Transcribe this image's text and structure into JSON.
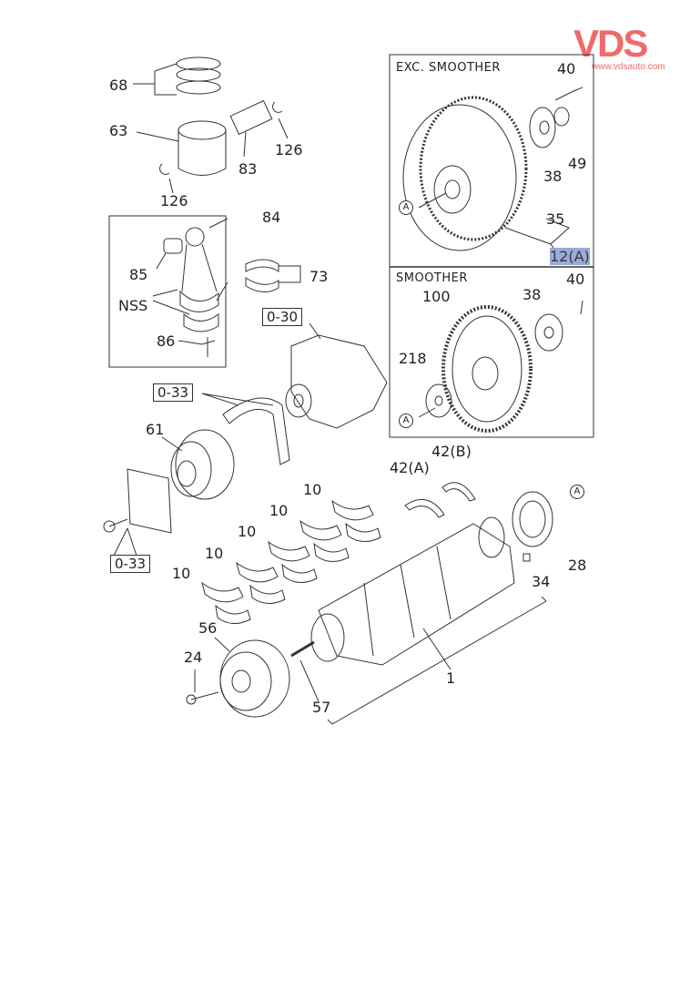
{
  "logo": {
    "brand": "VDS",
    "registered": "®",
    "url": "www.vdsauto.com"
  },
  "panels": {
    "exc_smoother": "EXC. SMOOTHER",
    "smoother": "SMOOTHER"
  },
  "labels": {
    "p68": "68",
    "p63": "63",
    "p83": "83",
    "p126a": "126",
    "p126b": "126",
    "p84": "84",
    "p85": "85",
    "p73": "73",
    "nss": "NSS",
    "p86": "86",
    "ref030": "0-30",
    "ref033a": "0-33",
    "ref033b": "0-33",
    "p61": "61",
    "p10a": "10",
    "p10b": "10",
    "p10c": "10",
    "p10d": "10",
    "p10e": "10",
    "p42a": "42(A)",
    "p42b": "42(B)",
    "p28": "28",
    "p34": "34",
    "p56": "56",
    "p24": "24",
    "p57": "57",
    "p1": "1",
    "e40": "40",
    "e49": "49",
    "e38": "38",
    "e35": "35",
    "e12a": "12(A)",
    "s40": "40",
    "s38": "38",
    "s100": "100",
    "s218": "218",
    "refA": "A"
  }
}
